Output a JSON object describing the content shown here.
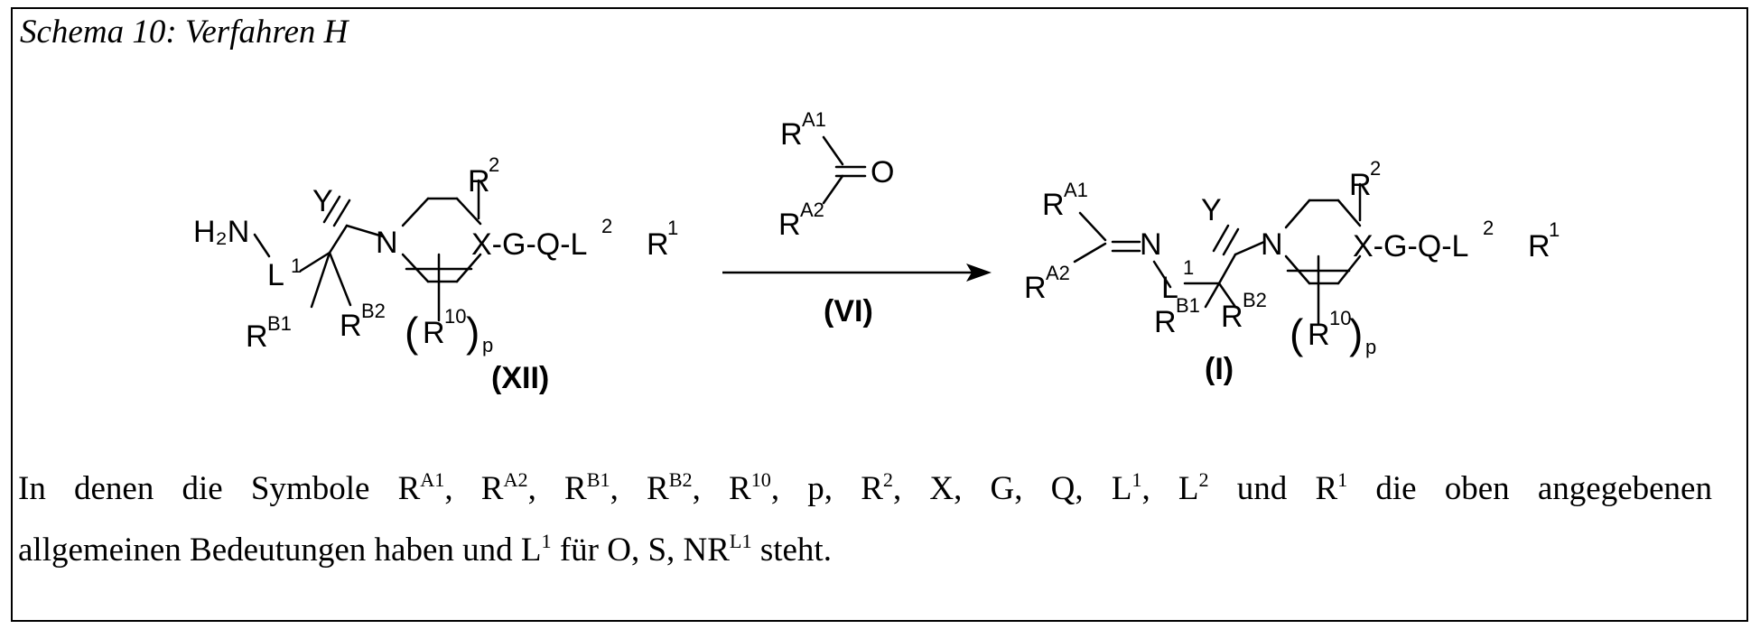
{
  "title": "Schema 10: Verfahren H",
  "scheme": {
    "start_compound": {
      "label": "(XII)",
      "amine": "H₂N",
      "linker": "L",
      "linker_index": "1",
      "y_atom": "Y",
      "n_atom": "N",
      "rb1": "R",
      "rb1_sup": "B1",
      "rb2": "R",
      "rb2_sup": "B2",
      "r2": "R",
      "r2_sup": "2",
      "chain": "X-G-Q-L",
      "chain_index": "2",
      "r1": "R",
      "r1_sup": "1",
      "r10": "R",
      "r10_sup": "10",
      "r10_p": "p"
    },
    "reagent": {
      "label": "(VI)",
      "ra1": "R",
      "ra1_sup": "A1",
      "ra2": "R",
      "ra2_sup": "A2",
      "oxygen": "O"
    },
    "product": {
      "label": "(I)",
      "ra1": "R",
      "ra1_sup": "A1",
      "ra2": "R",
      "ra2_sup": "A2",
      "imine_n": "N",
      "linker": "L",
      "linker_index": "1",
      "y_atom": "Y",
      "n_atom": "N",
      "rb1": "R",
      "rb1_sup": "B1",
      "rb2": "R",
      "rb2_sup": "B2",
      "r2": "R",
      "r2_sup": "2",
      "chain": "X-G-Q-L",
      "chain_index": "2",
      "r1": "R",
      "r1_sup": "1",
      "r10": "R",
      "r10_sup": "10",
      "r10_p": "p"
    }
  },
  "note": {
    "line1": {
      "p0": "In denen die Symbole R",
      "s0": "A1",
      "p1": ", R",
      "s1": "A2",
      "p2": ", R",
      "s2": "B1",
      "p3": ", R",
      "s3": "B2",
      "p4": ", R",
      "s4": "10",
      "p5": ", p, R",
      "s5": "2",
      "p6": ", X, G, Q, L",
      "s6": "1",
      "p7": ", L",
      "s7": "2",
      "p8": " und R",
      "s8": "1",
      "p9": " die oben angegebenen"
    },
    "line2": {
      "p0": "allgemeinen Bedeutungen haben und L",
      "s0": "1",
      "p1": " für O, S, NR",
      "s1": "L1",
      "p2": " steht."
    }
  }
}
